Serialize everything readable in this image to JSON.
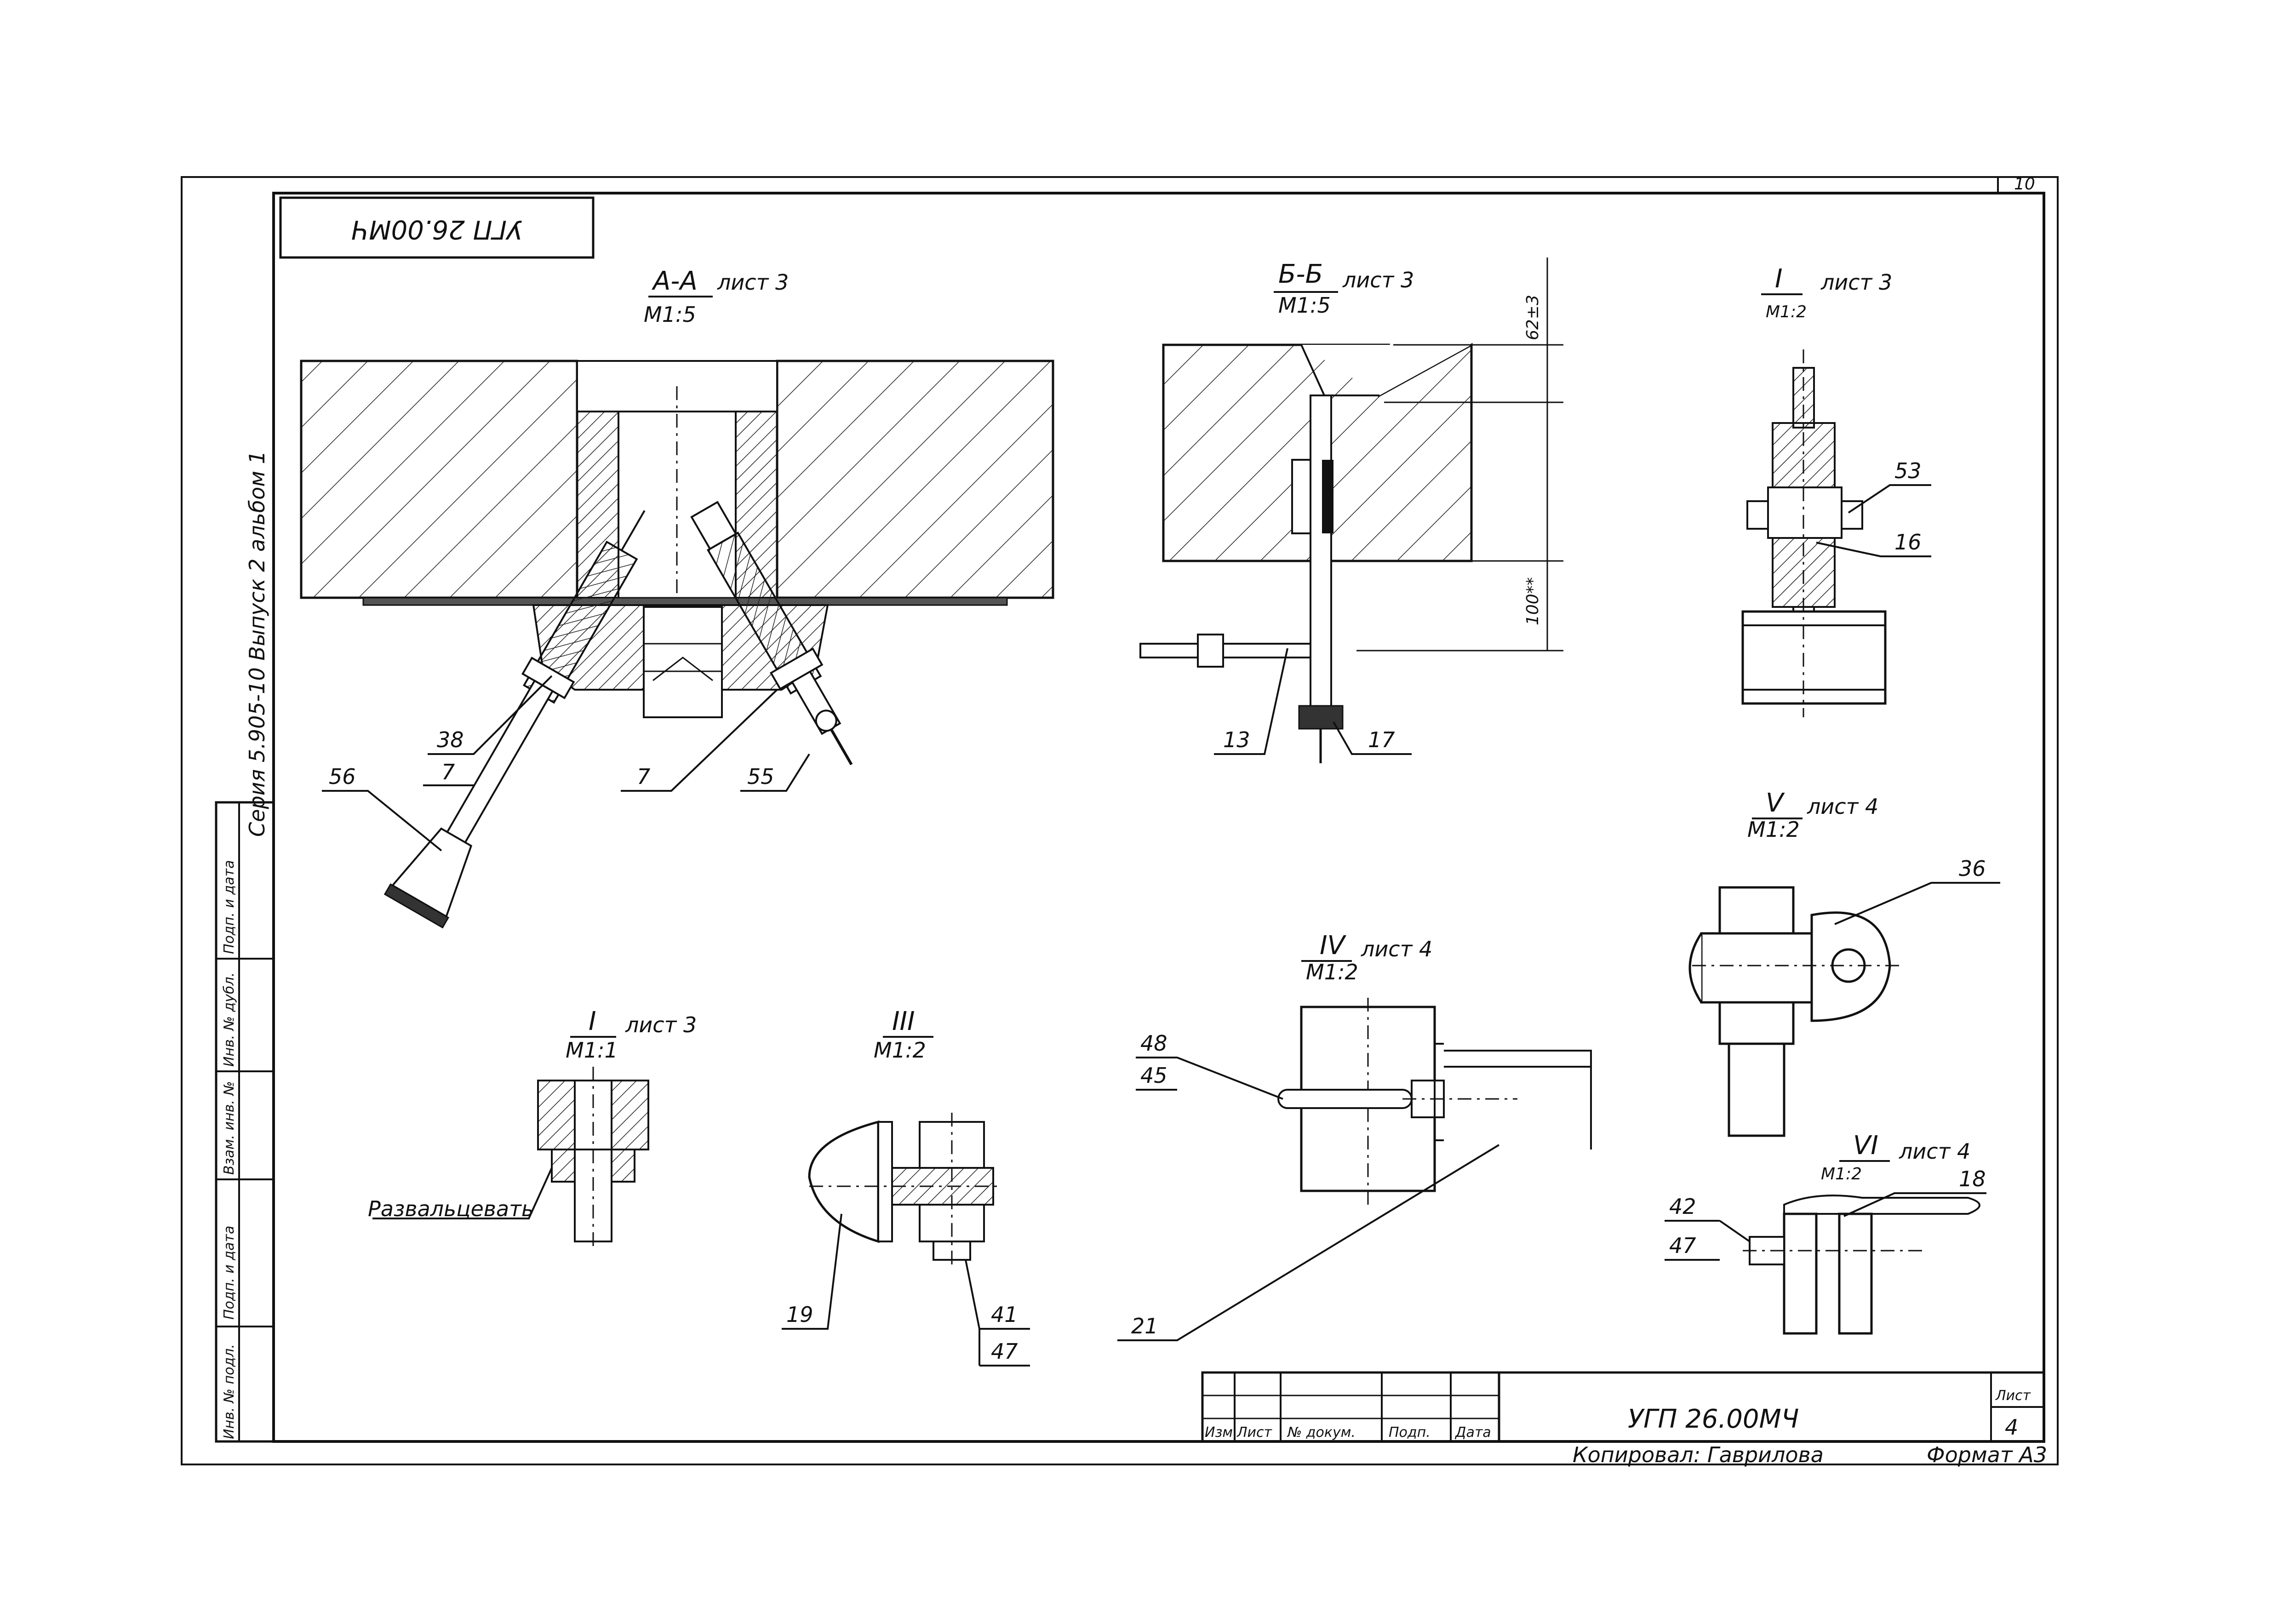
{
  "sheet": {
    "page_number": "10",
    "mirrored_stamp": "УГП 26.00МЧ",
    "format": "Формат А3",
    "copied_by": "Копировал: Гаврилова"
  },
  "side_stamp": {
    "series_text": "Серия 5.905-10 Выпуск 2 альбом 1",
    "cells": [
      "Инв. № подл.",
      "Подп. и дата",
      "Взам. инв. №",
      "Инв. № дубл.",
      "Подп. и дата"
    ]
  },
  "views": {
    "section_aa": {
      "title": "А-А",
      "sheet_ref": "лист 3",
      "scale": "М1:5"
    },
    "section_bb": {
      "title": "Б-Б",
      "sheet_ref": "лист 3",
      "scale": "М1:5",
      "dim_top": "62±3",
      "dim_bottom": "100**"
    },
    "detail_i_top": {
      "title": "I",
      "sheet_ref": "лист 3",
      "scale": "М1:2"
    },
    "detail_i": {
      "title": "I",
      "sheet_ref": "лист 3",
      "scale": "М1:1",
      "note": "Развальцевать"
    },
    "detail_iii": {
      "title": "III",
      "scale": "М1:2"
    },
    "detail_iv": {
      "title": "IV",
      "sheet_ref": "лист 4",
      "scale": "М1:2"
    },
    "detail_v": {
      "title": "V",
      "sheet_ref": "лист 4",
      "scale": "М1:2"
    },
    "detail_vi": {
      "title": "VI",
      "sheet_ref": "лист 4",
      "scale": "М1:2"
    }
  },
  "callouts": {
    "c38": "38",
    "c7a": "7",
    "c7b": "7",
    "c56": "56",
    "c55": "55",
    "c13": "13",
    "c17": "17",
    "c53": "53",
    "c16": "16",
    "c36": "36",
    "c48": "48",
    "c45": "45",
    "c21": "21",
    "c19": "19",
    "c41": "41",
    "c47a": "47",
    "c42": "42",
    "c47b": "47",
    "c18": "18"
  },
  "title_block": {
    "headers": [
      "Изм",
      "Лист",
      "№ докум.",
      "Подп.",
      "Дата"
    ],
    "designation": "УГП 26.00МЧ",
    "sheet_label": "Лист",
    "sheet_number": "4"
  }
}
